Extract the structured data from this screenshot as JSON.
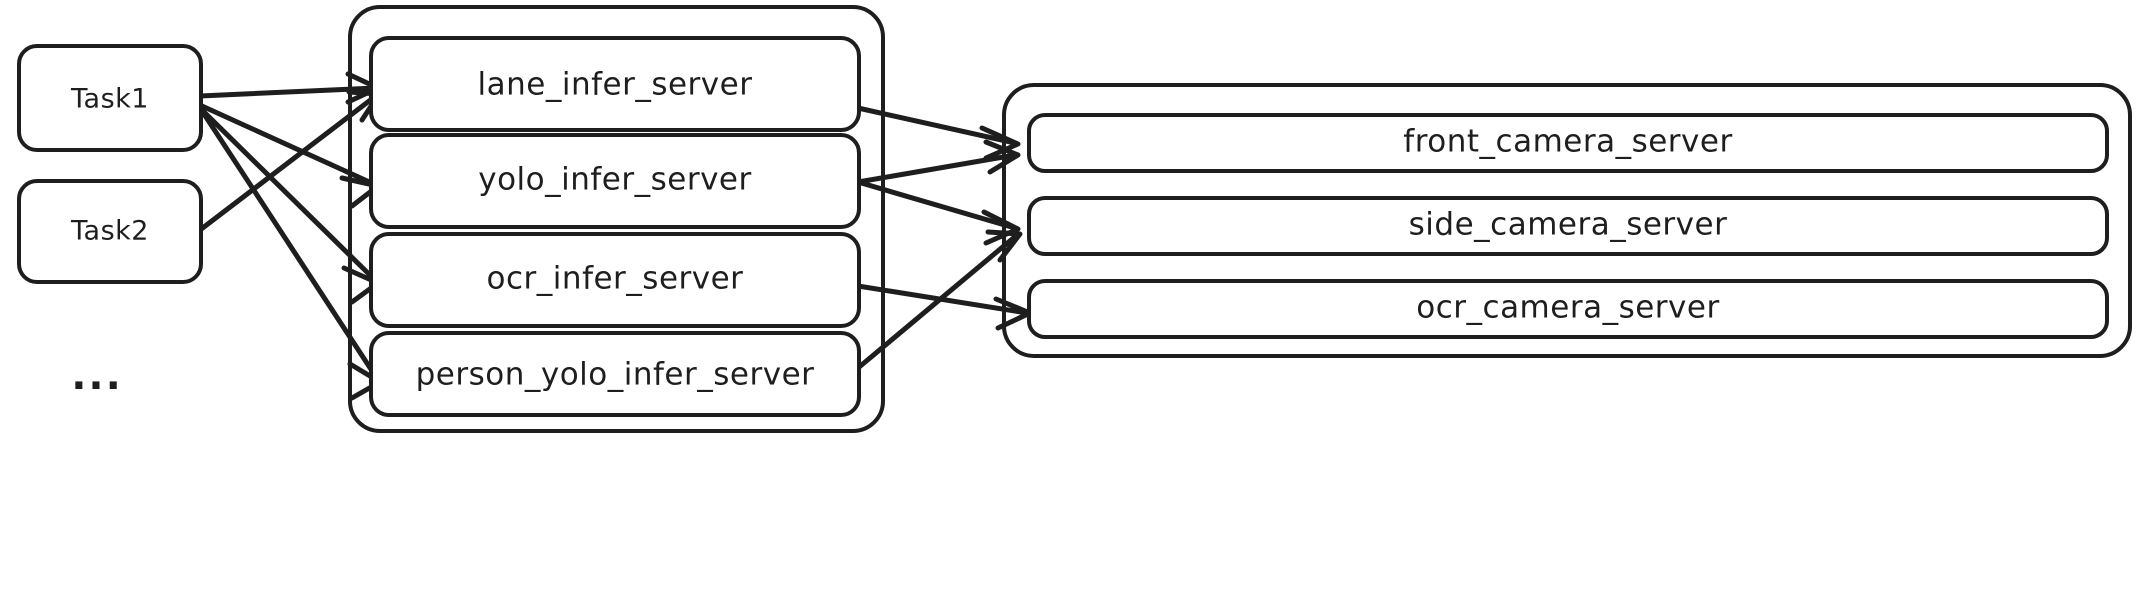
{
  "diagram": {
    "style": "hand-drawn-sketch",
    "background_color": "#ffffff",
    "stroke_color": "#1e1e1e",
    "tasks": [
      {
        "id": "task1",
        "label": "Task1"
      },
      {
        "id": "task2",
        "label": "Task2"
      }
    ],
    "ellipsis": "...",
    "infer_group": {
      "nodes": [
        {
          "id": "lane_infer",
          "label": "lane_infer_server"
        },
        {
          "id": "yolo_infer",
          "label": "yolo_infer_server"
        },
        {
          "id": "ocr_infer",
          "label": "ocr_infer_server"
        },
        {
          "id": "person_yolo_infer",
          "label": "person_yolo_infer_server"
        }
      ]
    },
    "camera_group": {
      "nodes": [
        {
          "id": "front_camera",
          "label": "front_camera_server"
        },
        {
          "id": "side_camera",
          "label": "side_camera_server"
        },
        {
          "id": "ocr_camera",
          "label": "ocr_camera_server"
        }
      ]
    },
    "edges": [
      {
        "from": "task1",
        "to": "lane_infer"
      },
      {
        "from": "task1",
        "to": "yolo_infer"
      },
      {
        "from": "task1",
        "to": "ocr_infer"
      },
      {
        "from": "task1",
        "to": "person_yolo_infer"
      },
      {
        "from": "task2",
        "to": "lane_infer"
      },
      {
        "from": "lane_infer",
        "to": "front_camera"
      },
      {
        "from": "yolo_infer",
        "to": "front_camera"
      },
      {
        "from": "yolo_infer",
        "to": "side_camera"
      },
      {
        "from": "ocr_infer",
        "to": "ocr_camera"
      },
      {
        "from": "person_yolo_infer",
        "to": "side_camera"
      }
    ]
  }
}
